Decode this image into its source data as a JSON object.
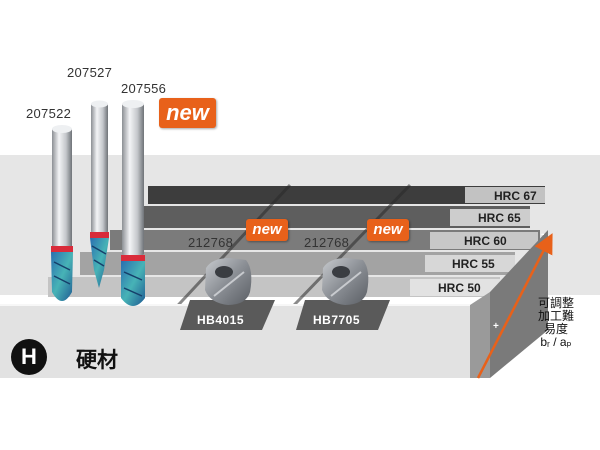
{
  "tool_codes": {
    "endmill_a": "207522",
    "endmill_b": "207527",
    "endmill_c": "207556",
    "insert_a": "212768",
    "insert_b": "212768"
  },
  "new_badge": {
    "label": "new",
    "color": "#e8611a"
  },
  "hardness_levels": [
    "HRC 67",
    "HRC 65",
    "HRC 60",
    "HRC 55",
    "HRC 50"
  ],
  "products": {
    "insert_a_grade": "HB4015",
    "insert_b_grade": "HB7705"
  },
  "material": {
    "badge_letter": "H",
    "label": "硬材"
  },
  "difficulty_scale": {
    "line1": "可調整",
    "line2": "加工難",
    "line3": "易度",
    "formula": "bᵣ / aₚ",
    "plus": "+",
    "minus": "-",
    "arrow_color": "#e8611a"
  }
}
